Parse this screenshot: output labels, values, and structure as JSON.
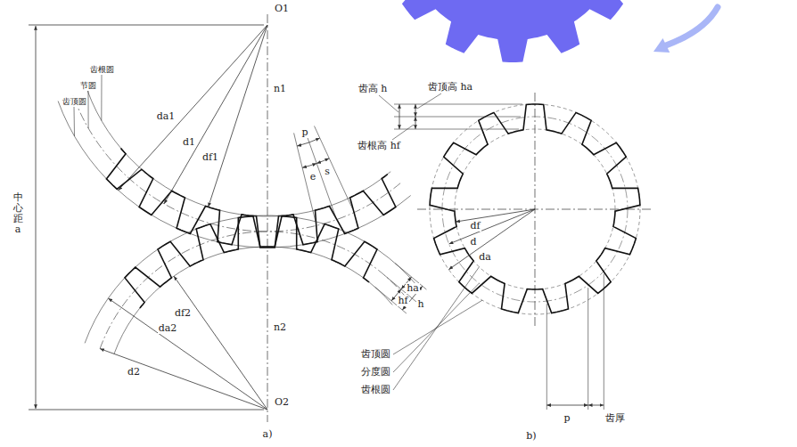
{
  "diagram": {
    "labels": [
      "O1",
      "n1",
      "齿顶圆",
      "节圆",
      "齿根圆",
      "da1",
      "d1",
      "df1",
      "p",
      "s",
      "e",
      "中心距 a",
      "ha",
      "h",
      "hf",
      "n2",
      "O2",
      "d2",
      "da2",
      "df2",
      "a)",
      "齿高 h",
      "齿顶高 ha",
      "齿根高 hf",
      "齿顶圆",
      "分度圆",
      "齿根圆",
      "da",
      "d",
      "df",
      "p",
      "齿厚",
      "b)"
    ]
  }
}
